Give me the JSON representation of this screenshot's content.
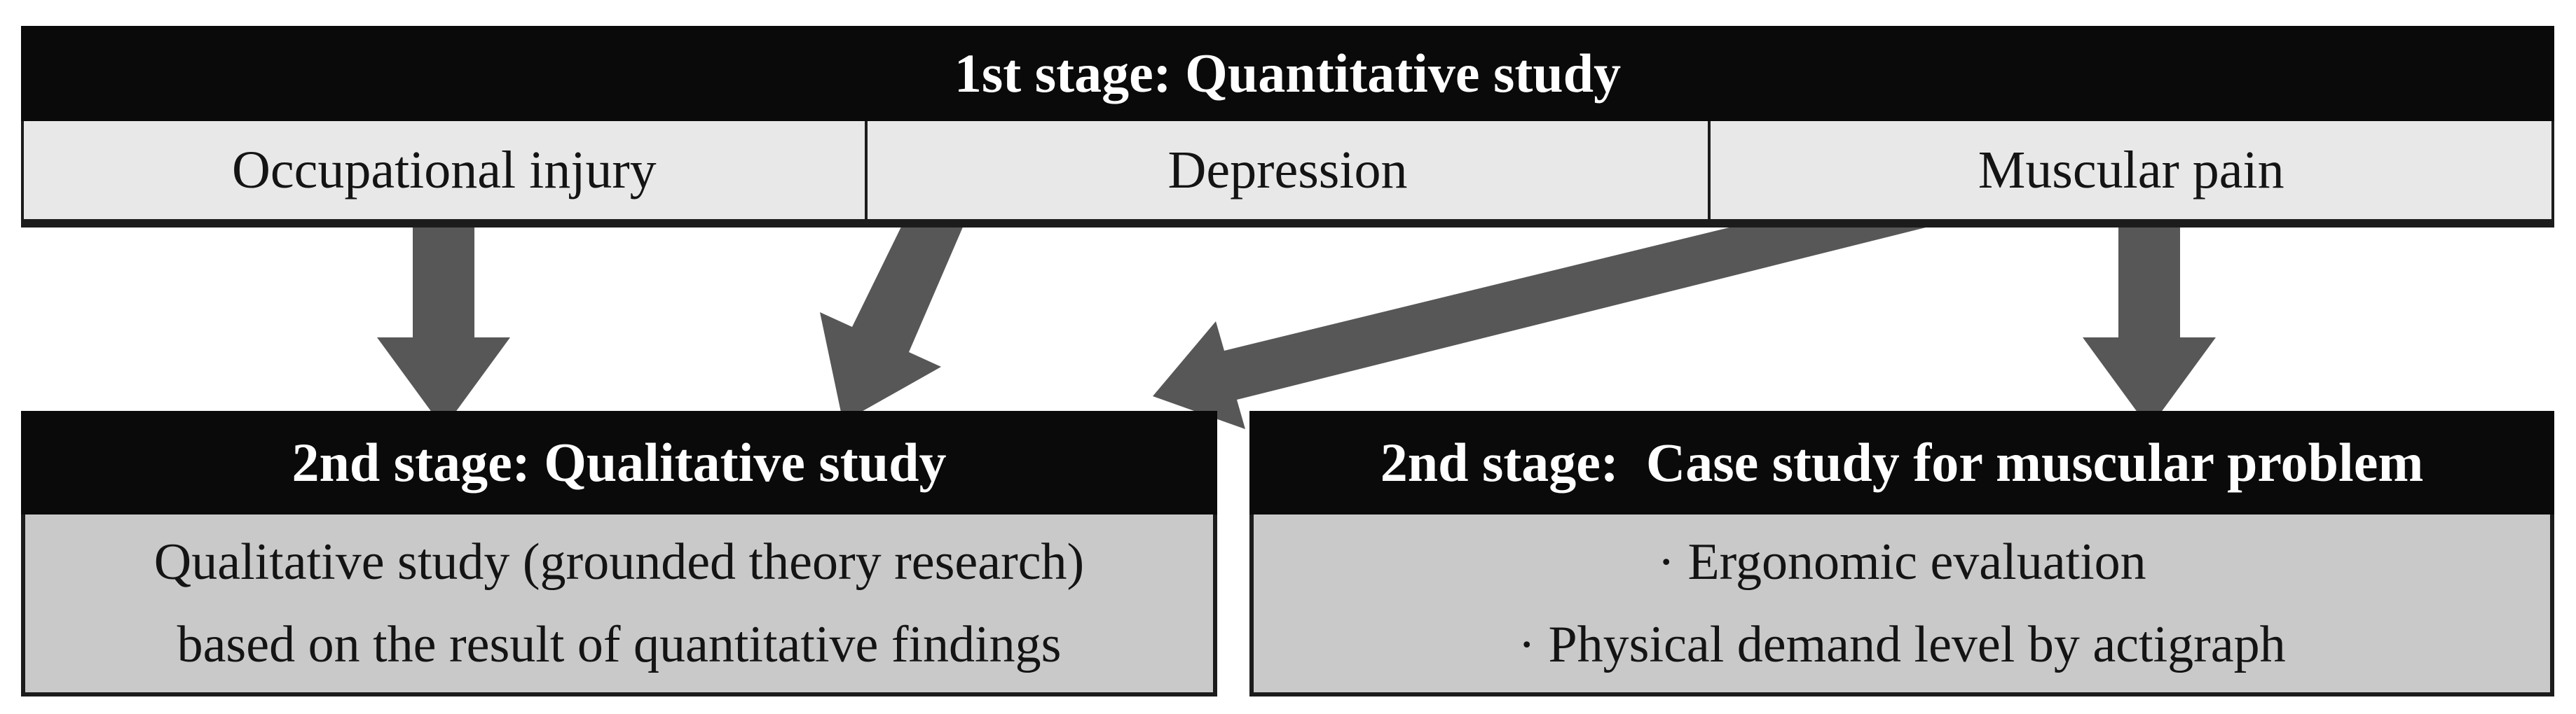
{
  "figure": {
    "type": "study-design-flow-diagram"
  },
  "colors": {
    "header_bg": "#0a0a0a",
    "header_text": "#ffffff",
    "stage1_row_bg": "#e8e8e8",
    "stage2_body_bg": "#c9c9c9",
    "border": "#1c1c1c",
    "arrow": "#575757",
    "text": "#141414",
    "page_bg": "#ffffff"
  },
  "stage1": {
    "title": "1st stage: Quantitative study",
    "topics": [
      "Occupational injury",
      "Depression",
      "Muscular pain"
    ]
  },
  "stage2_qualitative": {
    "title": "2nd stage: Qualitative study",
    "body_lines": [
      "Qualitative study (grounded theory research)",
      "based on the result of quantitative findings"
    ]
  },
  "stage2_case": {
    "title": "2nd stage:  Case study for muscular problem",
    "body_lines": [
      "· Ergonomic evaluation",
      "· Physical demand level by actigraph"
    ]
  },
  "arrows": [
    {
      "name": "occupational-injury-to-qualitative",
      "shape": "straight-down"
    },
    {
      "name": "depression-to-qualitative",
      "shape": "slanted-down-left"
    },
    {
      "name": "muscular-pain-to-qualitative",
      "shape": "long-diagonal-down-left"
    },
    {
      "name": "muscular-pain-to-case-study",
      "shape": "straight-down"
    }
  ]
}
